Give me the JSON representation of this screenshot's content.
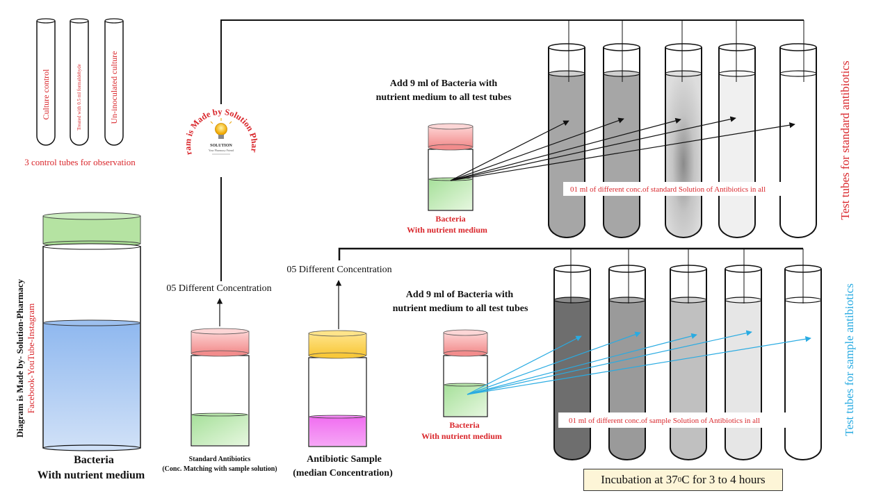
{
  "control_tubes": {
    "tubes": [
      "Culture control",
      "Treated with 0.5 ml formaldehyde",
      "Un-inoculated culture"
    ],
    "caption": "3 control tubes for observation"
  },
  "logo": {
    "text": "Diagram is Made by Solution Pharmacy",
    "brand": "SOLUTION",
    "tagline": "Your Pharmacy Friend"
  },
  "left_side": {
    "made_by": "Diagram is Made by- Solution-Pharmacy",
    "social": "Facebook-YouTube-Instagram",
    "beaker_label_1": "Bacteria",
    "beaker_label_2": "With nutrient medium"
  },
  "upper": {
    "add_text_1": "Add 9 ml of Bacteria with",
    "add_text_2": "nutrient medium to all test tubes",
    "vial_label_1": "Bacteria",
    "vial_label_2": "With nutrient medium",
    "conc_note": "01 ml of  different conc.of standard Solution of Antibiotics in all",
    "side_label": "Test tubes for standard antibiotics"
  },
  "lower": {
    "add_text_1": "Add 9 ml of Bacteria with",
    "add_text_2": "nutrient medium to all test tubes",
    "vial_label_1": "Bacteria",
    "vial_label_2": "With nutrient medium",
    "conc_note": "01 ml of  different conc.of  sample Solution of Antibiotics in all",
    "side_label": "Test tubes for sample antibiotics"
  },
  "standard": {
    "conc_label": "05 Different Concentration",
    "label_1": "Standard Antibiotics",
    "label_2": "(Conc. Matching with sample solution)"
  },
  "sample": {
    "conc_label": "05 Different Concentration",
    "label_1": "Antibiotic Sample",
    "label_2": "(median Concentration)"
  },
  "incubation": {
    "text_before": "Incubation at 37",
    "superscript": "0",
    "text_after": "C for 3 to 4 hours"
  },
  "colors": {
    "red_text": "#d9262b",
    "blue_text": "#29abe2",
    "green_cap": "#b9e6a8",
    "pink_cap": "#f59c9c",
    "yellow_cap": "#ffd75a",
    "magenta_liquid": "#f07ef0",
    "blue_liquid": "#a8c8f0",
    "incubation_bg": "#fdf5d7"
  }
}
